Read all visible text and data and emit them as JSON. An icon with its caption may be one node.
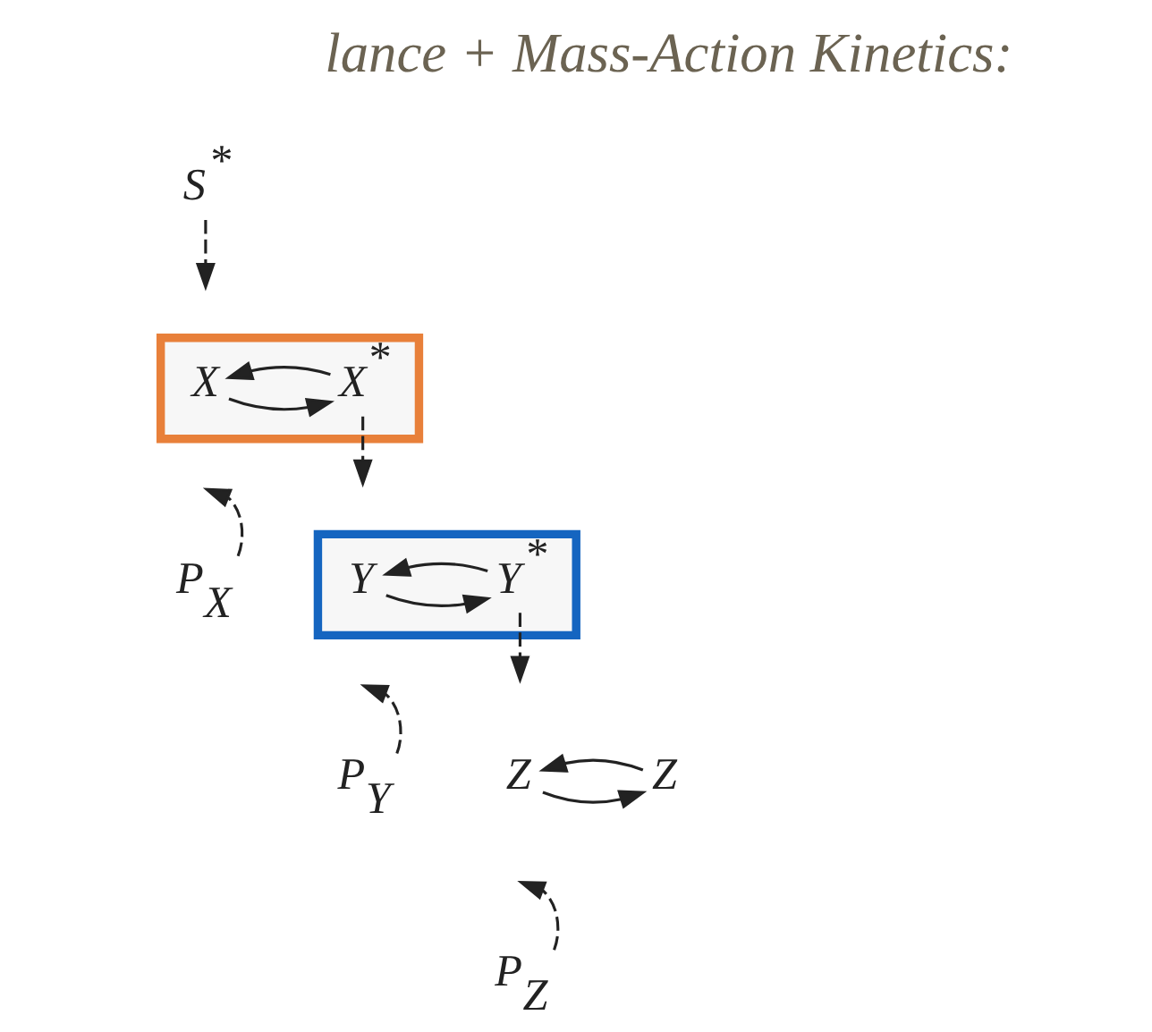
{
  "diagram": {
    "nodes": [
      {
        "text": [
          "S$^{*}$"
        ]
      },
      {
        "text": [],
        "shape": "box"
      },
      {
        "text": [
          "X"
        ],
        "in": 1
      },
      {
        "text": [
          "X$^{*}$"
        ],
        "in": 1
      },
      {
        "text": [
          "P$_{X}$"
        ]
      },
      {
        "text": [],
        "shape": "box"
      },
      {
        "text": [
          "Y"
        ],
        "in": 5
      },
      {
        "text": [
          "Y$^{*}$"
        ],
        "in": 5
      },
      {
        "text": [
          "P$_{Y}$"
        ]
      },
      {
        "text": [
          "Z"
        ]
      },
      {
        "text": [
          "Z"
        ]
      },
      {
        "text": [
          "P$_{Z}$"
        ]
      }
    ],
    "edges": [
      {
        "from": 2,
        "to": 3,
        "arrow": "to"
      },
      {
        "from": 3,
        "to": 2,
        "arrow": "to"
      },
      {
        "from": 0,
        "to": null,
        "arrow": "to",
        "style": "dashed"
      },
      {
        "from": 4,
        "to": null,
        "arrow": "to",
        "style": "dashed"
      },
      {
        "from": 3,
        "to": null,
        "arrow": "to",
        "style": "dashed"
      },
      {
        "from": 6,
        "to": 7,
        "arrow": "to"
      },
      {
        "from": 7,
        "to": 6,
        "arrow": "to"
      },
      {
        "from": 8,
        "to": null,
        "arrow": "to",
        "style": "dashed"
      },
      {
        "from": 7,
        "to": null,
        "arrow": "to",
        "style": "dashed"
      },
      {
        "from": 9,
        "to": 10,
        "arrow": "to"
      },
      {
        "from": 10,
        "to": 9,
        "arrow": "to"
      },
      {
        "from": 11,
        "to": null,
        "arrow": "to",
        "style": "dashed"
      }
    ],
    "labels": [
      "lance + Mass-Action Kinetics:"
    ]
  }
}
